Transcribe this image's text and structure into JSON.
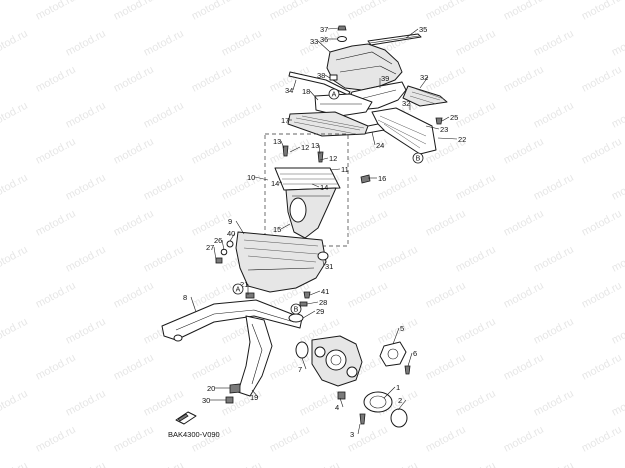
{
  "watermark": "motod.ru",
  "diagram_code": "BAK4300-V090",
  "callouts": [
    "1",
    "2",
    "3",
    "4",
    "5",
    "6",
    "7",
    "8",
    "9",
    "10",
    "11",
    "12",
    "12",
    "13",
    "13",
    "14",
    "14",
    "15",
    "16",
    "17",
    "18",
    "19",
    "20",
    "21",
    "22",
    "23",
    "24",
    "25",
    "26",
    "27",
    "28",
    "29",
    "30",
    "31",
    "32",
    "32",
    "33",
    "34",
    "35",
    "36",
    "37",
    "38",
    "39",
    "40",
    "41"
  ],
  "refs": [
    "A",
    "A",
    "B",
    "B"
  ]
}
